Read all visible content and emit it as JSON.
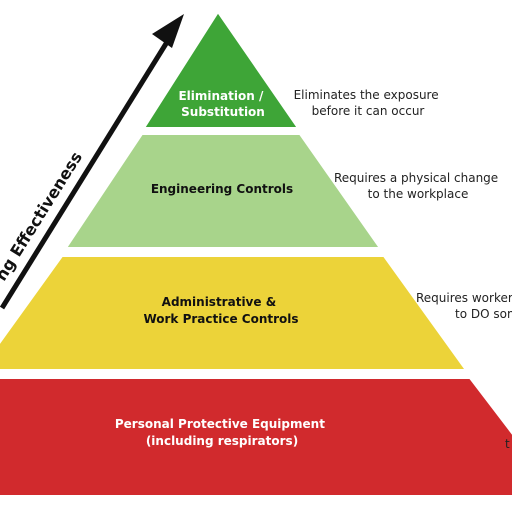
{
  "colors": {
    "elimination": "#3ea537",
    "engineering": "#a8d48b",
    "administrative": "#ecd339",
    "ppe": "#d12a2d",
    "border": "#ffffff",
    "arrow": "#111111"
  },
  "arrow": {
    "label": "ng Effectiveness"
  },
  "tiers": [
    {
      "line1": "Elimination /",
      "line2": "Substitution",
      "text_color": "#ffffff",
      "note1": "Eliminates the exposure",
      "note2": "before it can occur"
    },
    {
      "line1": "Engineering Controls",
      "line2": "",
      "text_color": "#111111",
      "note1": "Requires a physical change",
      "note2": "to the workplace"
    },
    {
      "line1": "Administrative &",
      "line2": "Work Practice Controls",
      "text_color": "#111111",
      "note1": "Requires worker",
      "note2": "to DO som"
    },
    {
      "line1": "Personal Protective Equipment",
      "line2": "(including respirators)",
      "text_color": "#ffffff",
      "note1": "",
      "note2": "t"
    }
  ]
}
